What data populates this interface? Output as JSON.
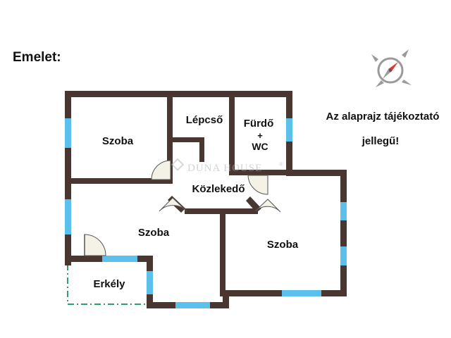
{
  "header": {
    "floor_label": "Emelet:"
  },
  "note": {
    "line1": "Az alaprajz tájékoztató",
    "line2": "jellegű!"
  },
  "watermark": {
    "text": "DUNA HOUSE",
    "registered": "®"
  },
  "compass": {
    "icon": "compass-icon"
  },
  "rooms": {
    "room1": "Szoba",
    "stairs": "Lépcső",
    "bath_line1": "Fürdő",
    "bath_line2": "+",
    "bath_line3": "WC",
    "hallway": "Közlekedő",
    "room2": "Szoba",
    "room3": "Szoba",
    "balcony": "Erkély"
  },
  "colors": {
    "wall": "#4a3631",
    "window": "#5cc0ec",
    "balcony_outline": "#2e9e6a",
    "door_fill": "#f4f1e6"
  }
}
